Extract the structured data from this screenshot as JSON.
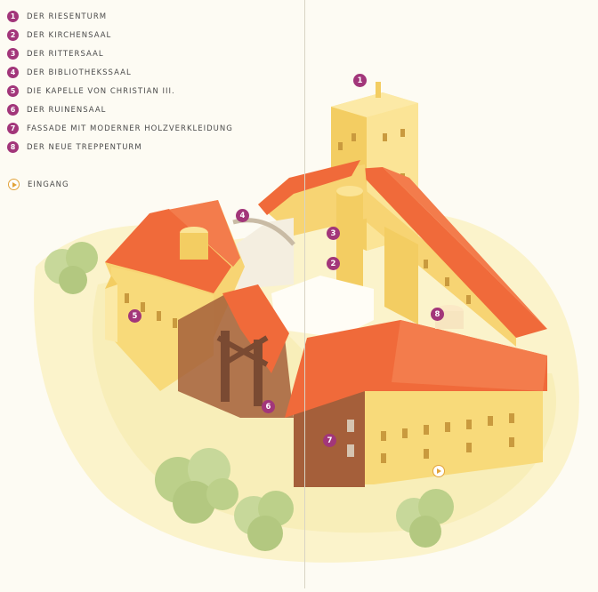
{
  "legend": {
    "items": [
      {
        "number": "1",
        "label": "DER RIESENTURM"
      },
      {
        "number": "2",
        "label": "DER KIRCHENSAAL"
      },
      {
        "number": "3",
        "label": "DER RITTERSAAL"
      },
      {
        "number": "4",
        "label": "DER BIBLIOTHEKSSAAL"
      },
      {
        "number": "5",
        "label": "DIE KAPELLE VON CHRISTIAN III."
      },
      {
        "number": "6",
        "label": "DER RUINENSAAL"
      },
      {
        "number": "7",
        "label": "FASSADE MIT MODERNER HOLZVERKLEIDUNG"
      },
      {
        "number": "8",
        "label": "DER NEUE TREPPENTURM"
      }
    ],
    "entrance_label": "EINGANG"
  },
  "markers": [
    "1",
    "2",
    "3",
    "4",
    "5",
    "6",
    "7",
    "8"
  ],
  "colors": {
    "badge": "#a2367a",
    "roof": "#f06a3a",
    "wall": "#f8da7a",
    "wood_facade": "#9a5a3a",
    "tree": "#bcd08a",
    "entrance": "#e2a33a"
  }
}
